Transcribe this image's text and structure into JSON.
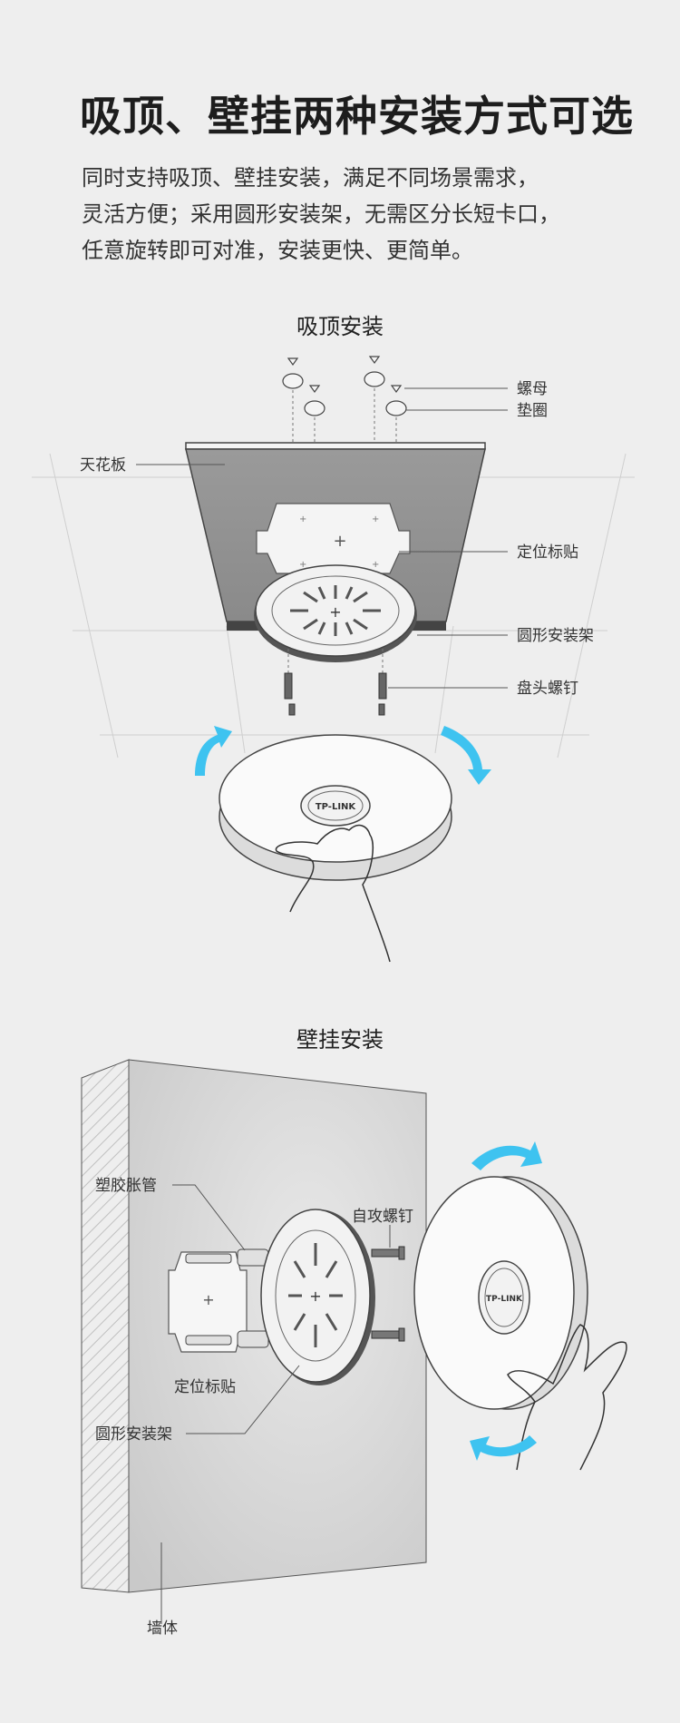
{
  "heading": {
    "title": "吸顶、壁挂两种安装方式可选",
    "description": [
      "同时支持吸顶、壁挂安装，满足不同场景需求，",
      "灵活方便；采用圆形安装架，无需区分长短卡口，",
      "任意旋转即可对准，安装更快、更简单。"
    ]
  },
  "ceiling": {
    "section_title": "吸顶安装",
    "labels": {
      "nut": "螺母",
      "washer": "垫圈",
      "ceiling_board": "天花板",
      "positioning_sticker": "定位标贴",
      "round_bracket": "圆形安装架",
      "pan_head_screw": "盘头螺钉"
    },
    "brand": "TP-LINK"
  },
  "wall": {
    "section_title": "壁挂安装",
    "labels": {
      "plastic_anchor": "塑胶胀管",
      "self_tapping_screw": "自攻螺钉",
      "positioning_sticker": "定位标贴",
      "round_bracket": "圆形安装架",
      "wall": "墙体"
    },
    "brand": "TP-LINK"
  },
  "colors": {
    "background": "#eeeeee",
    "accent_arrow": "#3ec3f0",
    "line": "#555555"
  }
}
